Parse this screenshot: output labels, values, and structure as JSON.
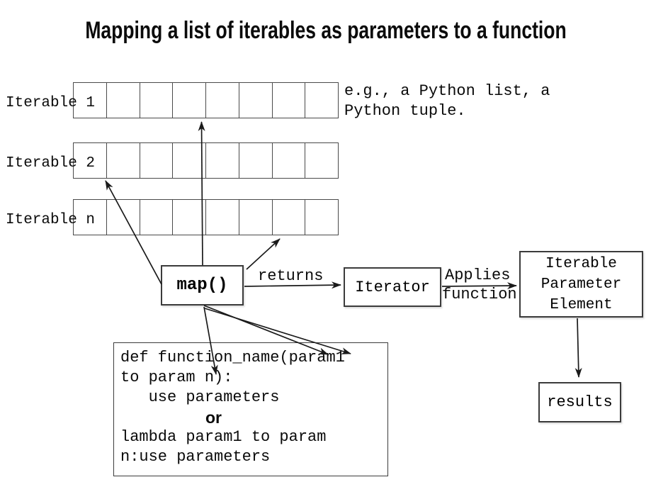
{
  "title": "Mapping a list of iterables as parameters to a function",
  "note": "e.g., a Python list, a\nPython tuple.",
  "iterables": {
    "cells_per_row": 8,
    "rows": [
      {
        "label": "Iterable 1"
      },
      {
        "label": "Iterable 2"
      },
      {
        "label": "Iterable n"
      }
    ]
  },
  "nodes": {
    "map": {
      "label": "map()"
    },
    "iterator": {
      "label": "Iterator"
    },
    "iterable_parameter_element": {
      "label": "Iterable\nParameter\nElement"
    },
    "results": {
      "label": "results"
    }
  },
  "edge_labels": {
    "returns": "returns",
    "applies_line1": "Applies",
    "applies_line2": "function"
  },
  "code_box": {
    "lines": [
      "def function_name(param1",
      "to param n):",
      "   use parameters",
      "or",
      "lambda param1 to param",
      "n:use parameters"
    ]
  },
  "colors": {
    "background": "#ffffff",
    "text": "#000000",
    "box_border": "#3b3b3b",
    "grid_border": "#4a4a4a",
    "arrow": "#1a1a1a"
  }
}
